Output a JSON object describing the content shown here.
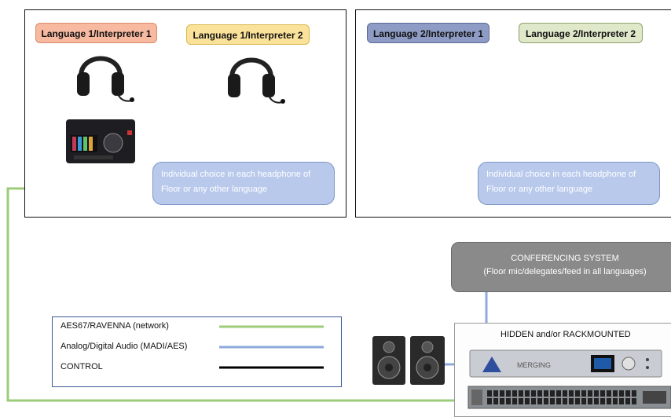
{
  "booth_left": {
    "interpreter_a": "Language 1/Interpreter 1",
    "interpreter_b": "Language 1/Interpreter  2",
    "note_line1": "Individual choice in each headphone of",
    "note_line2": "Floor or any other language"
  },
  "booth_right": {
    "interpreter_a": "Language 2/Interpreter 1",
    "interpreter_b": "Language 2/Interpreter  2",
    "note_line1": "Individual choice in each headphone of",
    "note_line2": "Floor or any other language"
  },
  "colors": {
    "network": "#9ccc7a",
    "audio": "#8eaadc",
    "control": "#000000",
    "tag_l1_i1": "#f7b9a0",
    "tag_l1_i2": "#fbe29a",
    "tag_l2_i1": "#8e9bc4",
    "tag_l2_i2": "#dfe8c9"
  },
  "conferencing": {
    "title": "CONFERENCING SYSTEM",
    "subtitle": "(Floor mic/delegates/feed in all languages)"
  },
  "rack": {
    "title": "HIDDEN and/or RACKMOUNTED",
    "device_brand": "MERGING"
  },
  "legend": {
    "items": [
      {
        "label": "AES67/RAVENNA (network)"
      },
      {
        "label": "Analog/Digital Audio (MADI/AES)"
      },
      {
        "label": "CONTROL"
      }
    ]
  }
}
